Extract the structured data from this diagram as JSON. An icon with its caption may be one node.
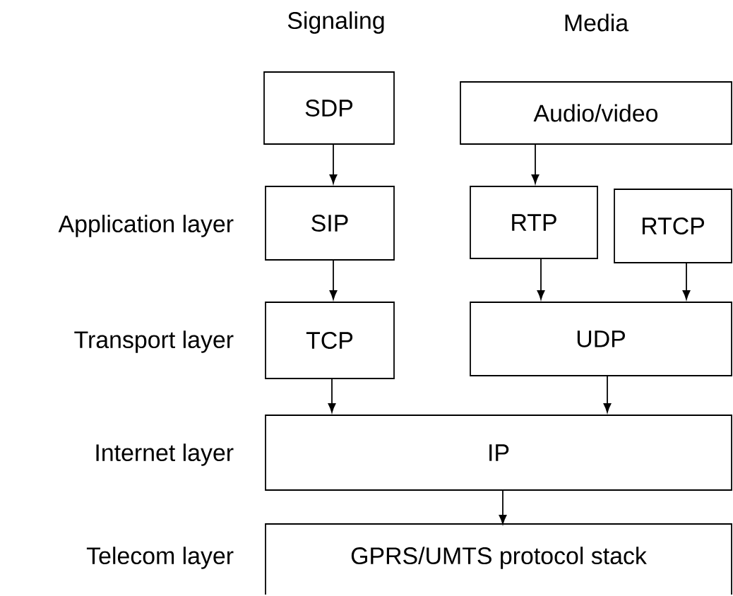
{
  "diagram": {
    "nodes": [
      {
        "text": [
          "SDP"
        ]
      },
      {
        "text": [
          "Audio/video"
        ]
      },
      {
        "text": [
          "SIP"
        ]
      },
      {
        "text": [
          "RTP"
        ]
      },
      {
        "text": [
          "RTCP"
        ]
      },
      {
        "text": [
          "TCP"
        ]
      },
      {
        "text": [
          "UDP"
        ]
      },
      {
        "text": [
          "IP"
        ]
      },
      {
        "text": [
          "GPRS/UMTS protocol stack"
        ]
      }
    ],
    "edges": [
      {
        "from": 0,
        "to": 2,
        "arrow": "to"
      },
      {
        "from": 1,
        "to": 3,
        "arrow": "to"
      },
      {
        "from": 2,
        "to": 5,
        "arrow": "to"
      },
      {
        "from": 3,
        "to": 6,
        "arrow": "to"
      },
      {
        "from": 4,
        "to": 6,
        "arrow": "to"
      },
      {
        "from": 5,
        "to": 7,
        "arrow": "to"
      },
      {
        "from": 6,
        "to": 7,
        "arrow": "to"
      },
      {
        "from": 7,
        "to": 8,
        "arrow": "to"
      }
    ],
    "labels": [
      "Signaling",
      "Media",
      "Application layer",
      "Transport layer",
      "Internet layer",
      "Telecom layer"
    ]
  }
}
